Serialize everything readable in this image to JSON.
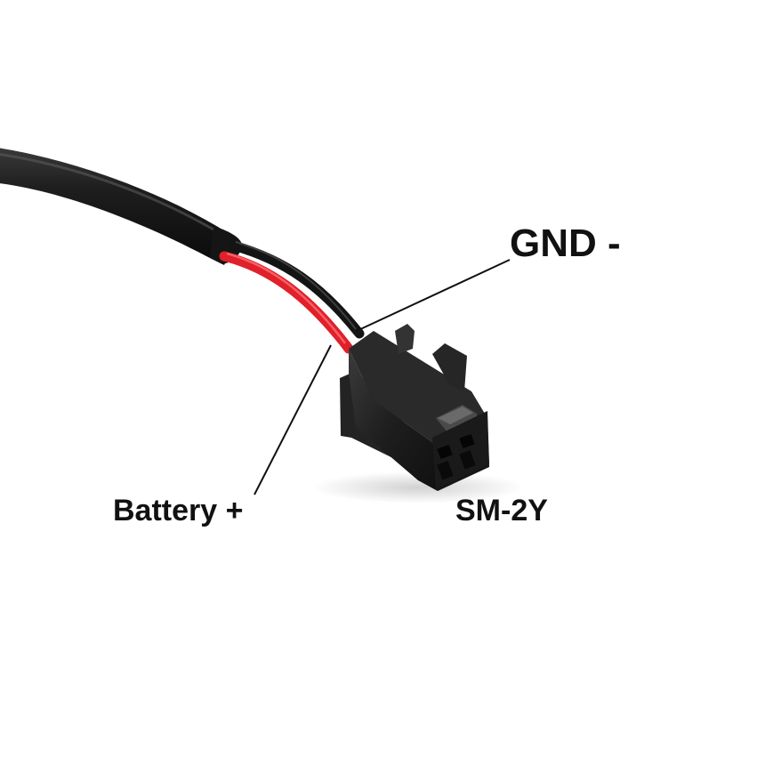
{
  "labels": {
    "gnd": "GND -",
    "battery": "Battery +",
    "model": "SM-2Y"
  },
  "colors": {
    "background": "#ffffff",
    "cable_jacket": "#1a1a1a",
    "wire_red": "#e0202a",
    "wire_black": "#141414",
    "connector": "#1c1c1c",
    "label_text": "#111111"
  }
}
